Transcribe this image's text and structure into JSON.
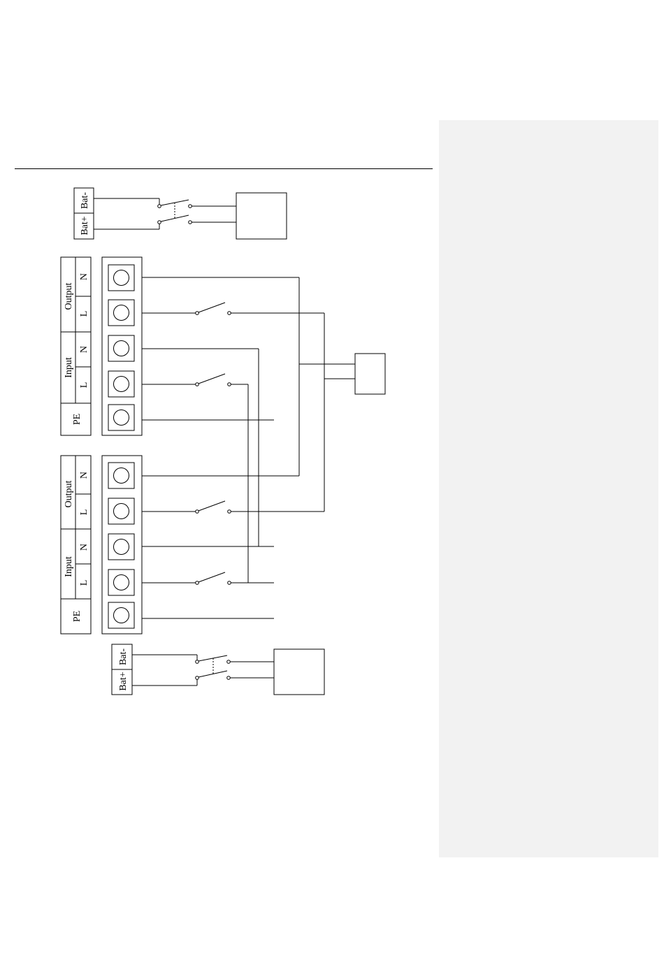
{
  "labels": {
    "bat_minus": "Bat-",
    "bat_plus": "Bat+",
    "output": "Output",
    "input": "Input",
    "neutral": "N",
    "line": "L",
    "protective_earth": "PE"
  },
  "colors": {
    "line": "#000000",
    "background": "#ffffff",
    "comment_pane": "#f2f2f2"
  }
}
